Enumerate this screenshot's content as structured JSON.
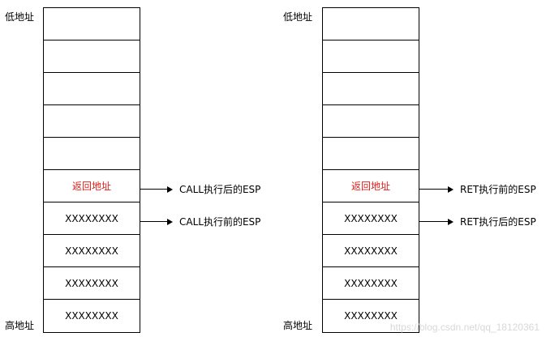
{
  "left": {
    "low_label": "低地址",
    "high_label": "高地址",
    "cells": [
      "",
      "",
      "",
      "",
      "",
      "返回地址",
      "XXXXXXXX",
      "XXXXXXXX",
      "XXXXXXXX",
      "XXXXXXXX"
    ],
    "pointers": [
      "CALL执行后的ESP",
      "CALL执行前的ESP"
    ]
  },
  "right": {
    "low_label": "低地址",
    "high_label": "高地址",
    "cells": [
      "",
      "",
      "",
      "",
      "",
      "返回地址",
      "XXXXXXXX",
      "XXXXXXXX",
      "XXXXXXXX",
      "XXXXXXXX"
    ],
    "pointers": [
      "RET执行前的ESP",
      "RET执行后的ESP"
    ]
  },
  "colors": {
    "return_address": "#e0201a",
    "watermark": "#d8d8d8"
  },
  "watermark": "https://blog.csdn.net/qq_18120361"
}
